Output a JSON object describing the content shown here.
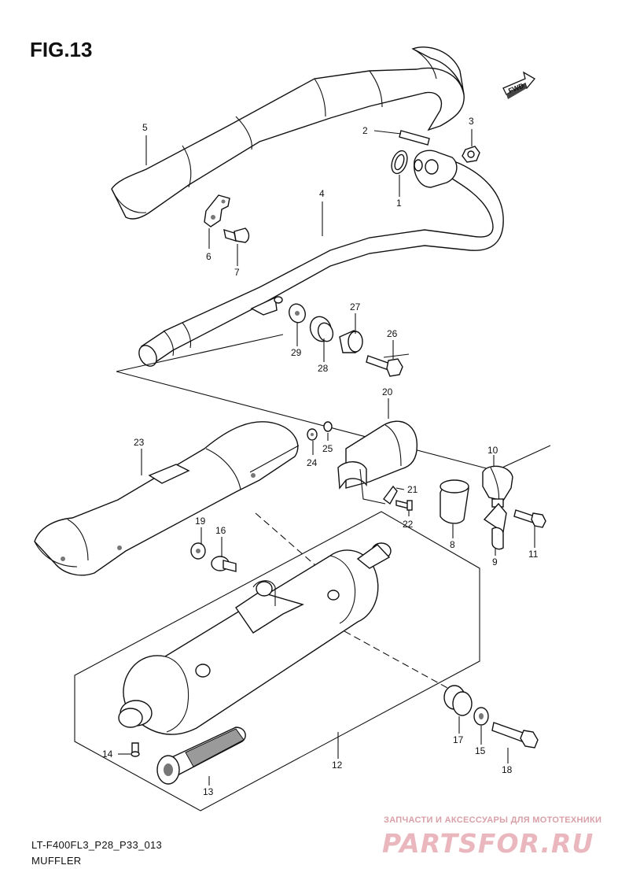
{
  "figure": {
    "title": "FIG.13",
    "code": "LT-F400FL3_P28_P33_013",
    "name": "MUFFLER",
    "fwd_label": "FWD"
  },
  "watermark": {
    "top_text": "ЗАПЧАСТИ И АКСЕССУАРЫ ДЛЯ МОТОТЕХНИКИ",
    "logo_text": "PARTSFOR.RU"
  },
  "callouts": {
    "c1": "1",
    "c2": "2",
    "c3": "3",
    "c4": "4",
    "c5": "5",
    "c6": "6",
    "c7": "7",
    "c8": "8",
    "c9": "9",
    "c10": "10",
    "c11": "11",
    "c12": "12",
    "c13": "13",
    "c14": "14",
    "c15": "15",
    "c16": "16",
    "c17": "17",
    "c18": "18",
    "c19": "19",
    "c20": "20",
    "c21": "21",
    "c22": "22",
    "c23": "23",
    "c24": "24",
    "c25": "25",
    "c26": "26",
    "c27": "27",
    "c28": "28",
    "c29": "29"
  }
}
